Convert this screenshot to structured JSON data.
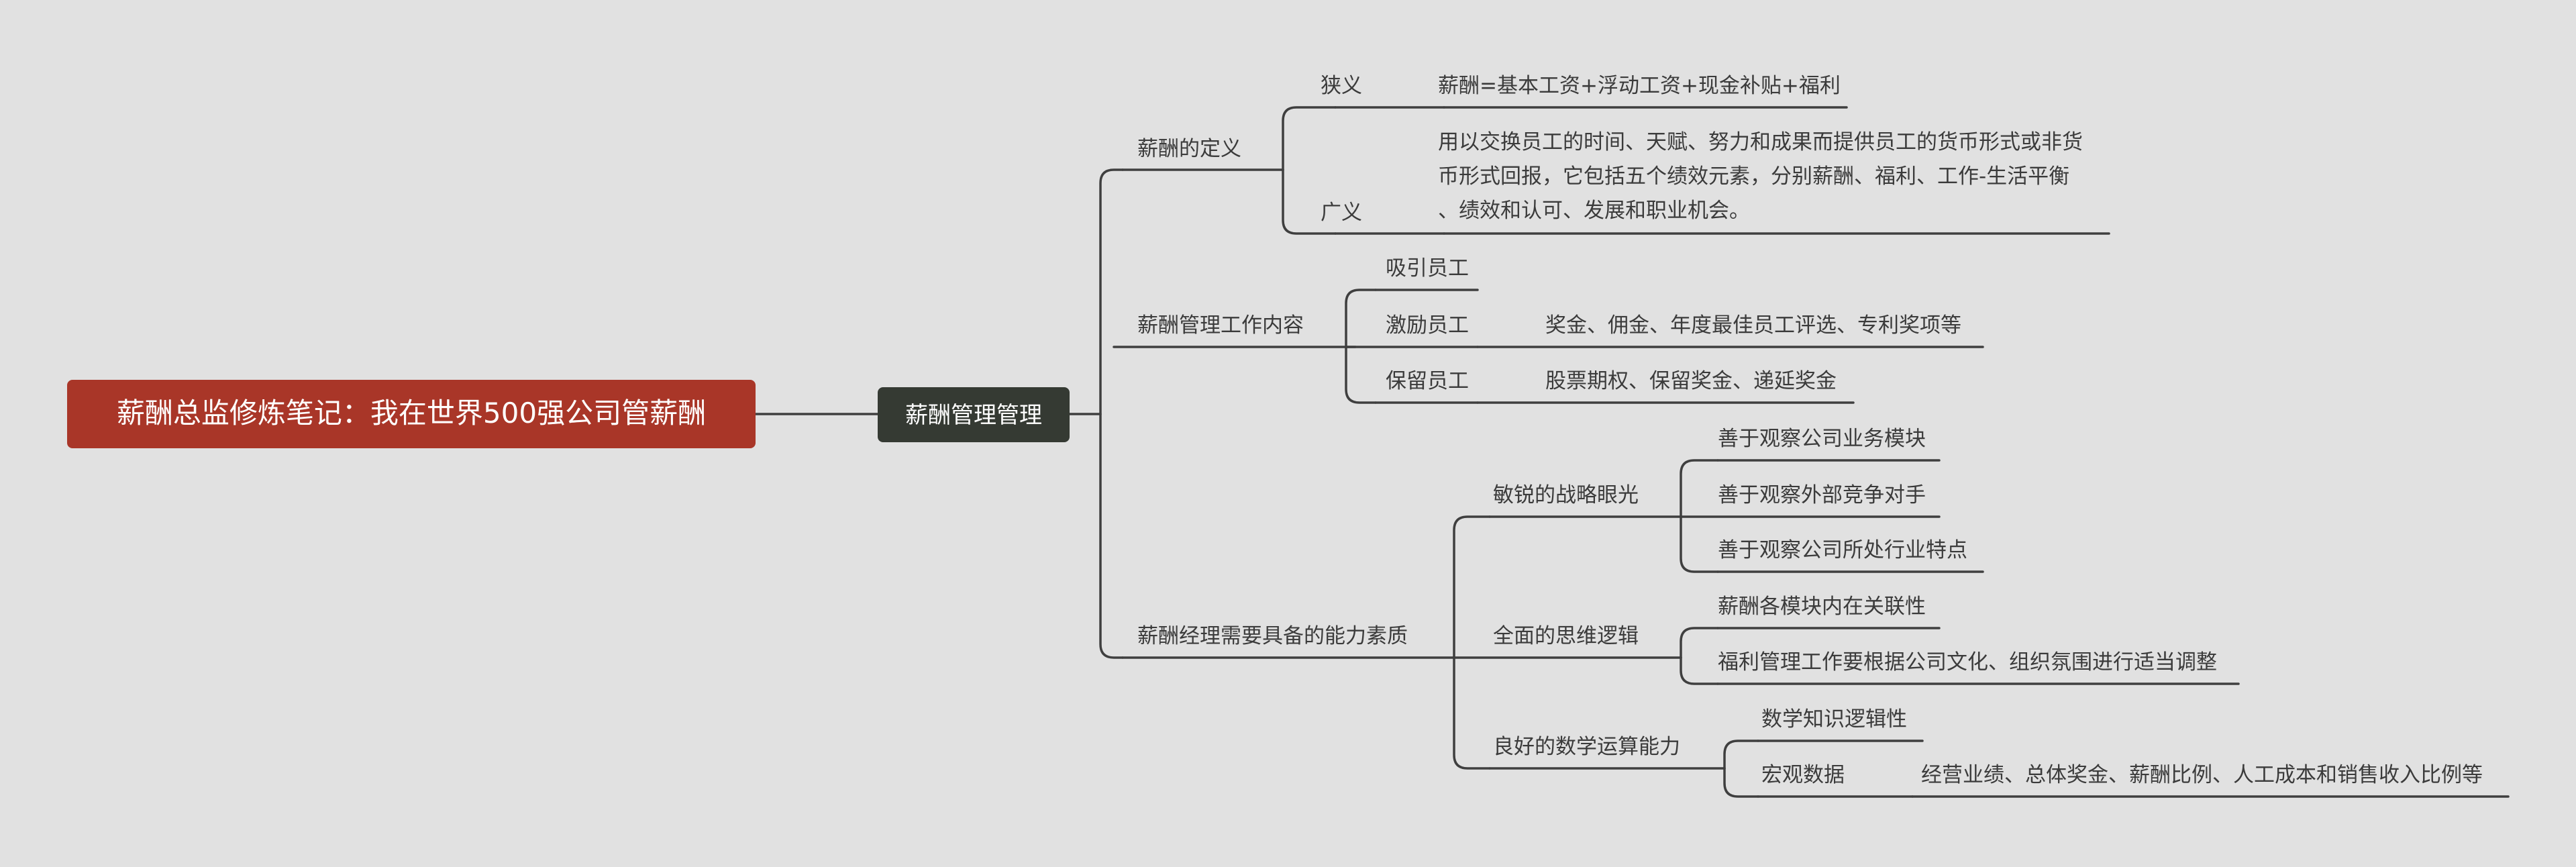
{
  "root": {
    "label": "薪酬总监修炼笔记：我在世界500强公司管薪酬",
    "color": "#a93628"
  },
  "main": {
    "label": "薪酬管理管理",
    "color": "#353a33"
  },
  "branches": {
    "definition": {
      "label": "薪酬的定义",
      "narrow": {
        "label": "狭义",
        "detail": "薪酬=基本工资+浮动工资+现金补贴+福利"
      },
      "broad": {
        "label": "广义",
        "detail_lines": [
          "用以交换员工的时间、天赋、努力和成果而提供员工的货币形式或非货",
          "币形式回报，它包括五个绩效元素，分别薪酬、福利、工作-生活平衡",
          "、绩效和认可、发展和职业机会。"
        ]
      }
    },
    "work_content": {
      "label": "薪酬管理工作内容",
      "attract": {
        "label": "吸引员工"
      },
      "motivate": {
        "label": "激励员工",
        "detail": "奖金、佣金、年度最佳员工评选、专利奖项等"
      },
      "retain": {
        "label": "保留员工",
        "detail": "股票期权、保留奖金、递延奖金"
      }
    },
    "abilities": {
      "label": "薪酬经理需要具备的能力素质",
      "strategy": {
        "label": "敏锐的战略眼光",
        "items": [
          "善于观察公司业务模块",
          "善于观察外部竞争对手",
          "善于观察公司所处行业特点"
        ]
      },
      "logic": {
        "label": "全面的思维逻辑",
        "items": [
          "薪酬各模块内在关联性",
          "福利管理工作要根据公司文化、组织氛围进行适当调整"
        ]
      },
      "math": {
        "label": "良好的数学运算能力",
        "knowledge": {
          "label": "数学知识逻辑性"
        },
        "macro": {
          "label": "宏观数据",
          "detail": "经营业绩、总体奖金、薪酬比例、人工成本和销售收入比例等"
        }
      }
    }
  }
}
